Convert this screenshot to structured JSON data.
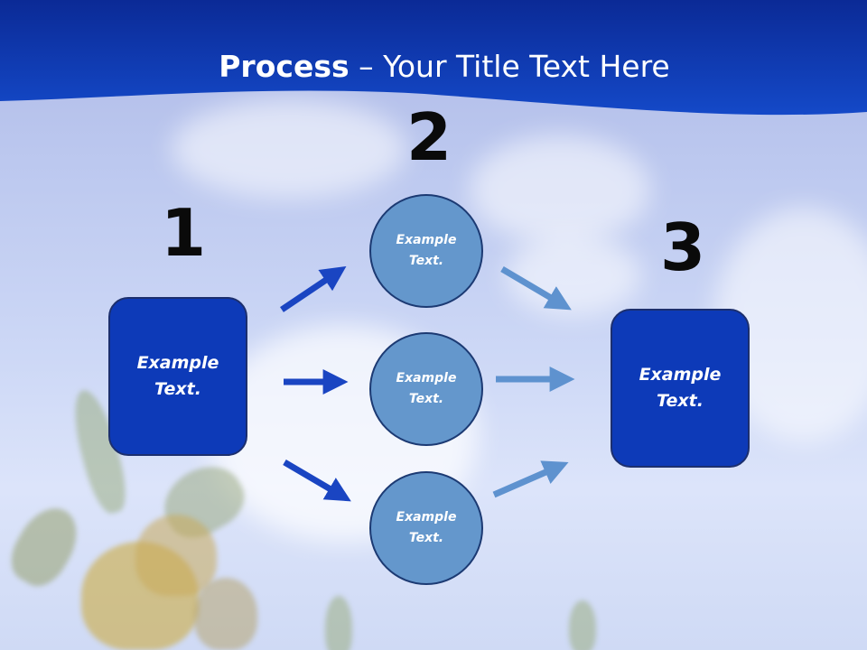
{
  "title": {
    "bold": "Process",
    "rest": " – Your Title Text Here"
  },
  "steps": [
    {
      "number": "1",
      "boxes": [
        {
          "line1": "Example",
          "line2": "Text."
        }
      ]
    },
    {
      "number": "2",
      "circles": [
        {
          "line1": "Example",
          "line2": "Text."
        },
        {
          "line1": "Example",
          "line2": "Text."
        },
        {
          "line1": "Example",
          "line2": "Text."
        }
      ]
    },
    {
      "number": "3",
      "boxes": [
        {
          "line1": "Example",
          "line2": "Text."
        }
      ]
    }
  ],
  "colors": {
    "header_blue": "#0d3ab8",
    "box_fill": "#0d3ab8",
    "circle_fill": "#6497cc",
    "arrow_dark": "#1a45c2",
    "arrow_light": "#5e92cf"
  }
}
